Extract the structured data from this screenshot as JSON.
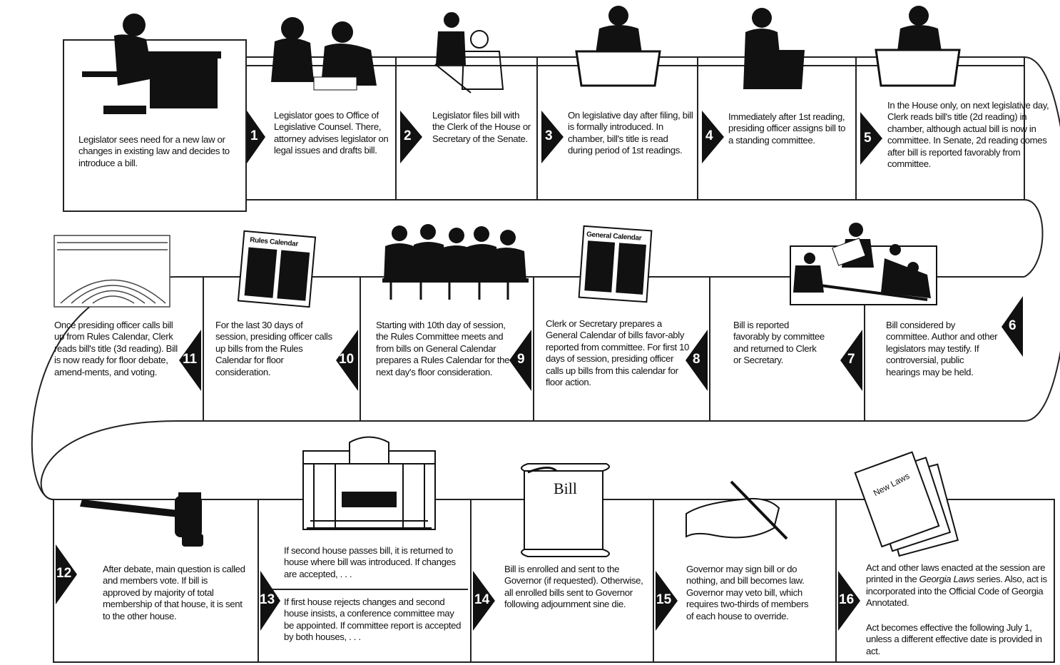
{
  "steps": [
    {
      "text": "Legislator sees need for a new law or changes in existing law and decides to introduce a bill."
    },
    {
      "num": "1",
      "text": "Legislator goes to Office of Legislative Counsel. There, attorney advises legislator on legal issues and drafts bill."
    },
    {
      "num": "2",
      "text": "Legislator files bill with the Clerk of the House or Secretary of the Senate."
    },
    {
      "num": "3",
      "text": "On legislative day after filing, bill is formally introduced. In chamber, bill's title is read during period of 1st readings."
    },
    {
      "num": "4",
      "text": "Immediately after 1st reading, presiding officer assigns bill to a standing committee."
    },
    {
      "num": "5",
      "text": "In the House only, on next legislative day, Clerk reads bill's title (2d reading) in chamber, although actual bill is now in committee. In Senate, 2d reading comes after bill is reported favorably from committee."
    },
    {
      "num": "6",
      "text": "Bill considered by committee. Author and other legislators may testify. If controversial, public hearings may be held."
    },
    {
      "num": "7",
      "text": "Bill is reported favorably by committee and returned to Clerk or Secretary."
    },
    {
      "num": "8",
      "text": "Clerk or Secretary prepares a General Calendar of bills favor-ably reported from committee. For first 10 days of session, presiding officer calls up bills from this calendar for floor action."
    },
    {
      "num": "9",
      "text": "Starting with 10th day of session, the Rules Committee meets and from bills on General Calendar prepares a Rules Calendar for the next day's floor consideration."
    },
    {
      "num": "10",
      "text": "For the last 30 days of session, presiding officer calls up bills from the Rules Calendar for floor consideration."
    },
    {
      "num": "11",
      "text": "Once presiding officer calls bill up from Rules Calendar, Clerk reads bill's title (3d reading). Bill is now ready for floor debate, amend-ments, and voting."
    },
    {
      "num": "12",
      "text": "After debate, main question is called and members vote. If bill is approved by majority of total membership of that house, it is sent to the other house."
    },
    {
      "num": "13",
      "text_a": "If second house passes bill, it is returned to house where bill was introduced. If changes are accepted, . . .",
      "text_b": "If first house rejects changes and second house insists, a conference committee may be appointed. If committee report is accepted by both houses, . . ."
    },
    {
      "num": "14",
      "text": "Bill is enrolled and sent to the Governor (if requested). Otherwise, all enrolled bills sent to Governor following adjournment sine die."
    },
    {
      "num": "15",
      "text": "Governor may sign bill or do nothing, and bill becomes law. Governor may veto bill, which requires two-thirds of members of each house to override."
    },
    {
      "num": "16",
      "text_a_pre": "Act and other laws enacted at the session are printed in the ",
      "text_a_em": "Georgia Laws",
      "text_a_post": " series. Also, act is incorporated into the Official Code of Georgia Annotated.",
      "text_b": "Act becomes effective the following July 1, unless a different effective date is provided in act."
    }
  ],
  "illustrations": {
    "rules_calendar": "Rules Calendar",
    "general_calendar": "General Calendar",
    "bill": "Bill",
    "new_laws": "New Laws"
  },
  "colors": {
    "ink": "#111111",
    "paper": "#ffffff"
  }
}
